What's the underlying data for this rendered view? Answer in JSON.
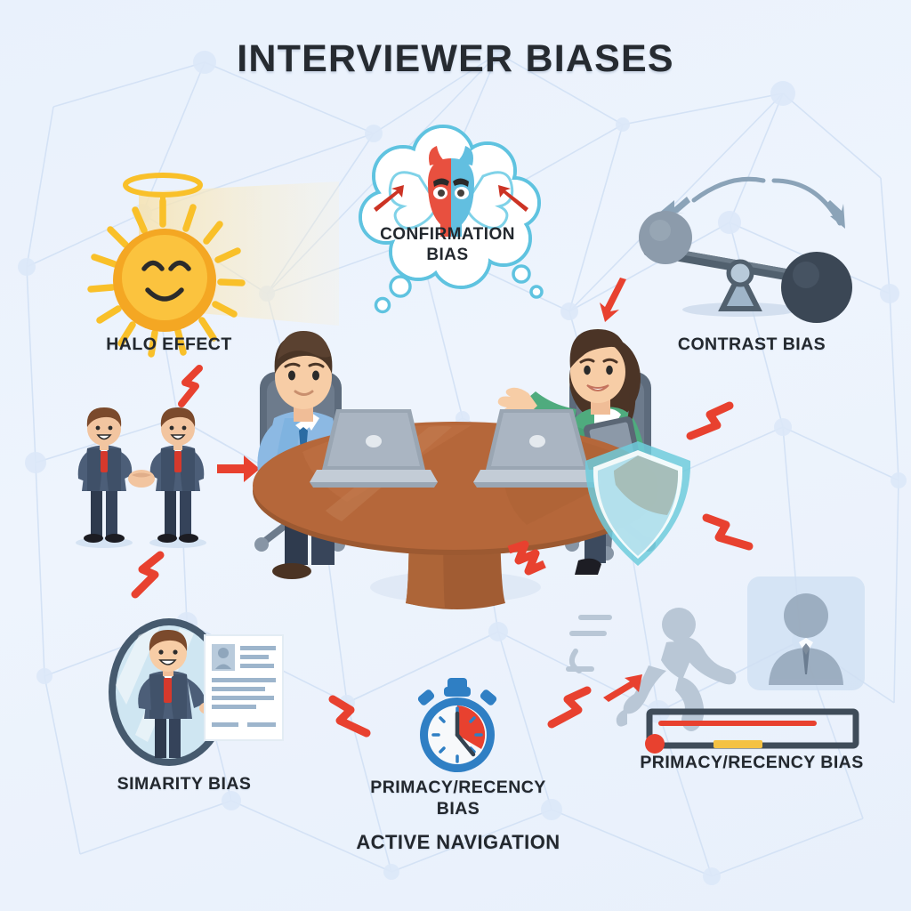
{
  "title": "INTERVIEWER BIASES",
  "background": {
    "base_color": "#eaf1fb",
    "network_node_color": "#d5e3f6",
    "pattern": "faint-node-network"
  },
  "colors": {
    "accent_red": "#e8412f",
    "sun_yellow": "#f9c029",
    "sun_orange": "#f4a723",
    "shield_cyan": "#6fcbdc",
    "devil_red": "#e8503f",
    "angel_blue": "#62bfe0",
    "text_dark": "#23282e",
    "table_wood": "#b5673a",
    "shirt_blue": "#7fb3e0",
    "cardigan_green": "#4fab7e",
    "scale_dark": "#3b4755",
    "stopwatch_blue": "#2f7fc4"
  },
  "labels": {
    "halo": "HALO EFFECT",
    "confirmation": "CONFIRMATION\nBIAS",
    "contrast": "CONTRAST BIAS",
    "similarity": "SIMARITY BIAS",
    "primacy_center": "PRIMACY/RECENCY\nBIAS",
    "primacy_right": "PRIMACY/RECENCY BIAS",
    "active_navigation": "ACTIVE NAVIGATION"
  },
  "icons": {
    "halo": {
      "name": "smiling-sun-with-halo-icon",
      "rays": 16,
      "has_light_beam": true
    },
    "confirmation": {
      "name": "angel-devil-face-icon",
      "bubble": "thought-cloud",
      "arrows": 2
    },
    "contrast": {
      "name": "unbalanced-seesaw-scale-icon",
      "left_ball": "light-gray-raised",
      "right_ball": "dark-gray-lowered",
      "curved_arrows": 2
    },
    "similarity": {
      "name": "mirror-with-resume-icon"
    },
    "handshake": {
      "name": "two-businessmen-handshake-icon"
    },
    "stopwatch": {
      "name": "stopwatch-icon",
      "sector_color": "#e8412f"
    },
    "shield": {
      "name": "shield-icon"
    },
    "runner": {
      "name": "running-person-icon"
    },
    "candidate_card": {
      "name": "candidate-silhouette-card-icon"
    },
    "progress_bar": {
      "name": "progress-bar-icon",
      "marker_color": "#e8412f",
      "segment_color": "#f5c243"
    },
    "bolts": {
      "name": "red-lightning-bolt-icon",
      "count": 8
    },
    "arrows": {
      "name": "red-arrow-icon",
      "count": 4
    }
  },
  "scene": {
    "name": "interview-table-scene",
    "interviewer": {
      "name": "male-interviewer",
      "shirt": "#7fb3e0",
      "tie": "#2b6ca3"
    },
    "candidate": {
      "name": "female-candidate",
      "cardigan": "#4fab7e",
      "holds": "tablet"
    },
    "table": {
      "name": "round-wooden-table",
      "color": "#b5673a"
    },
    "laptops": 2,
    "chairs": 2
  }
}
